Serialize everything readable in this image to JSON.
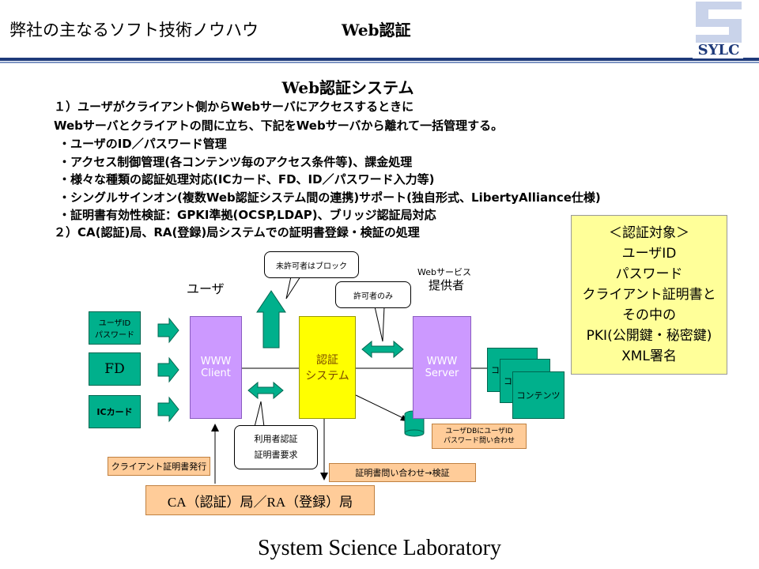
{
  "header": {
    "left_title": "弊社の主なるソフト技術ノウハウ",
    "right_title": "Web認証",
    "logo_text": "SYLC"
  },
  "section_title": "Web認証システム",
  "bullets": [
    "１）ユーザがクライアント側からWebサーバにアクセスするときに",
    "Webサーバとクライアトの間に立ち、下記をWebサーバから離れて一括管理する。",
    "・ユーザのID／パスワード管理",
    "・アクセス制御管理(各コンテンツ毎のアクセス条件等)、課金処理",
    "・様々な種類の認証処理対応(ICカード、FD、ID／パスワード入力等)",
    "・シングルサインオン(複数Web認証システム間の連携)サポート(独自形式、LibertyAlliance仕様)",
    "・証明書有効性検証：GPKI準拠(OCSP,LDAP)、ブリッジ認証局対応",
    "２）CA(認証)局、RA(登録)局システムでの証明書登録・検証の処理"
  ],
  "diagram": {
    "user_label": "ユーザ",
    "provider_label_1": "Webサービス",
    "provider_label_2": "提供者",
    "input_userid_1": "ユーザID",
    "input_userid_2": "パスワード",
    "input_fd": "FD",
    "input_ic": "ICカード",
    "client_1": "WWW",
    "client_2": "Client",
    "auth_1": "認証",
    "auth_2": "システム",
    "server_1": "WWW",
    "server_2": "Server",
    "content_label": "コンテンツ",
    "content_partial": "コ",
    "callout_block": "未許可者はブロック",
    "callout_allow": "許可者のみ",
    "callout_user_1": "利用者認証",
    "callout_user_2": "証明書要求",
    "db_query": "ユーザDBにユーザID\nパスワード問い合わせ",
    "cert_issue": "クライアント証明書発行",
    "cert_verify": "証明書問い合わせ→検証",
    "ca_ra": "CA（認証）局／RA（登録）局"
  },
  "targets": {
    "title": "＜認証対象＞",
    "items": [
      "ユーザID",
      "パスワード",
      "クライアント証明書と",
      "その中の",
      "PKI(公開鍵・秘密鍵)",
      "XML署名"
    ]
  },
  "footer": "System Science Laboratory",
  "colors": {
    "green": "#00b08c",
    "purple": "#cc99ff",
    "yellow": "#ffff00",
    "orange": "#ffcc99",
    "header_line": "#1e3a7a"
  }
}
